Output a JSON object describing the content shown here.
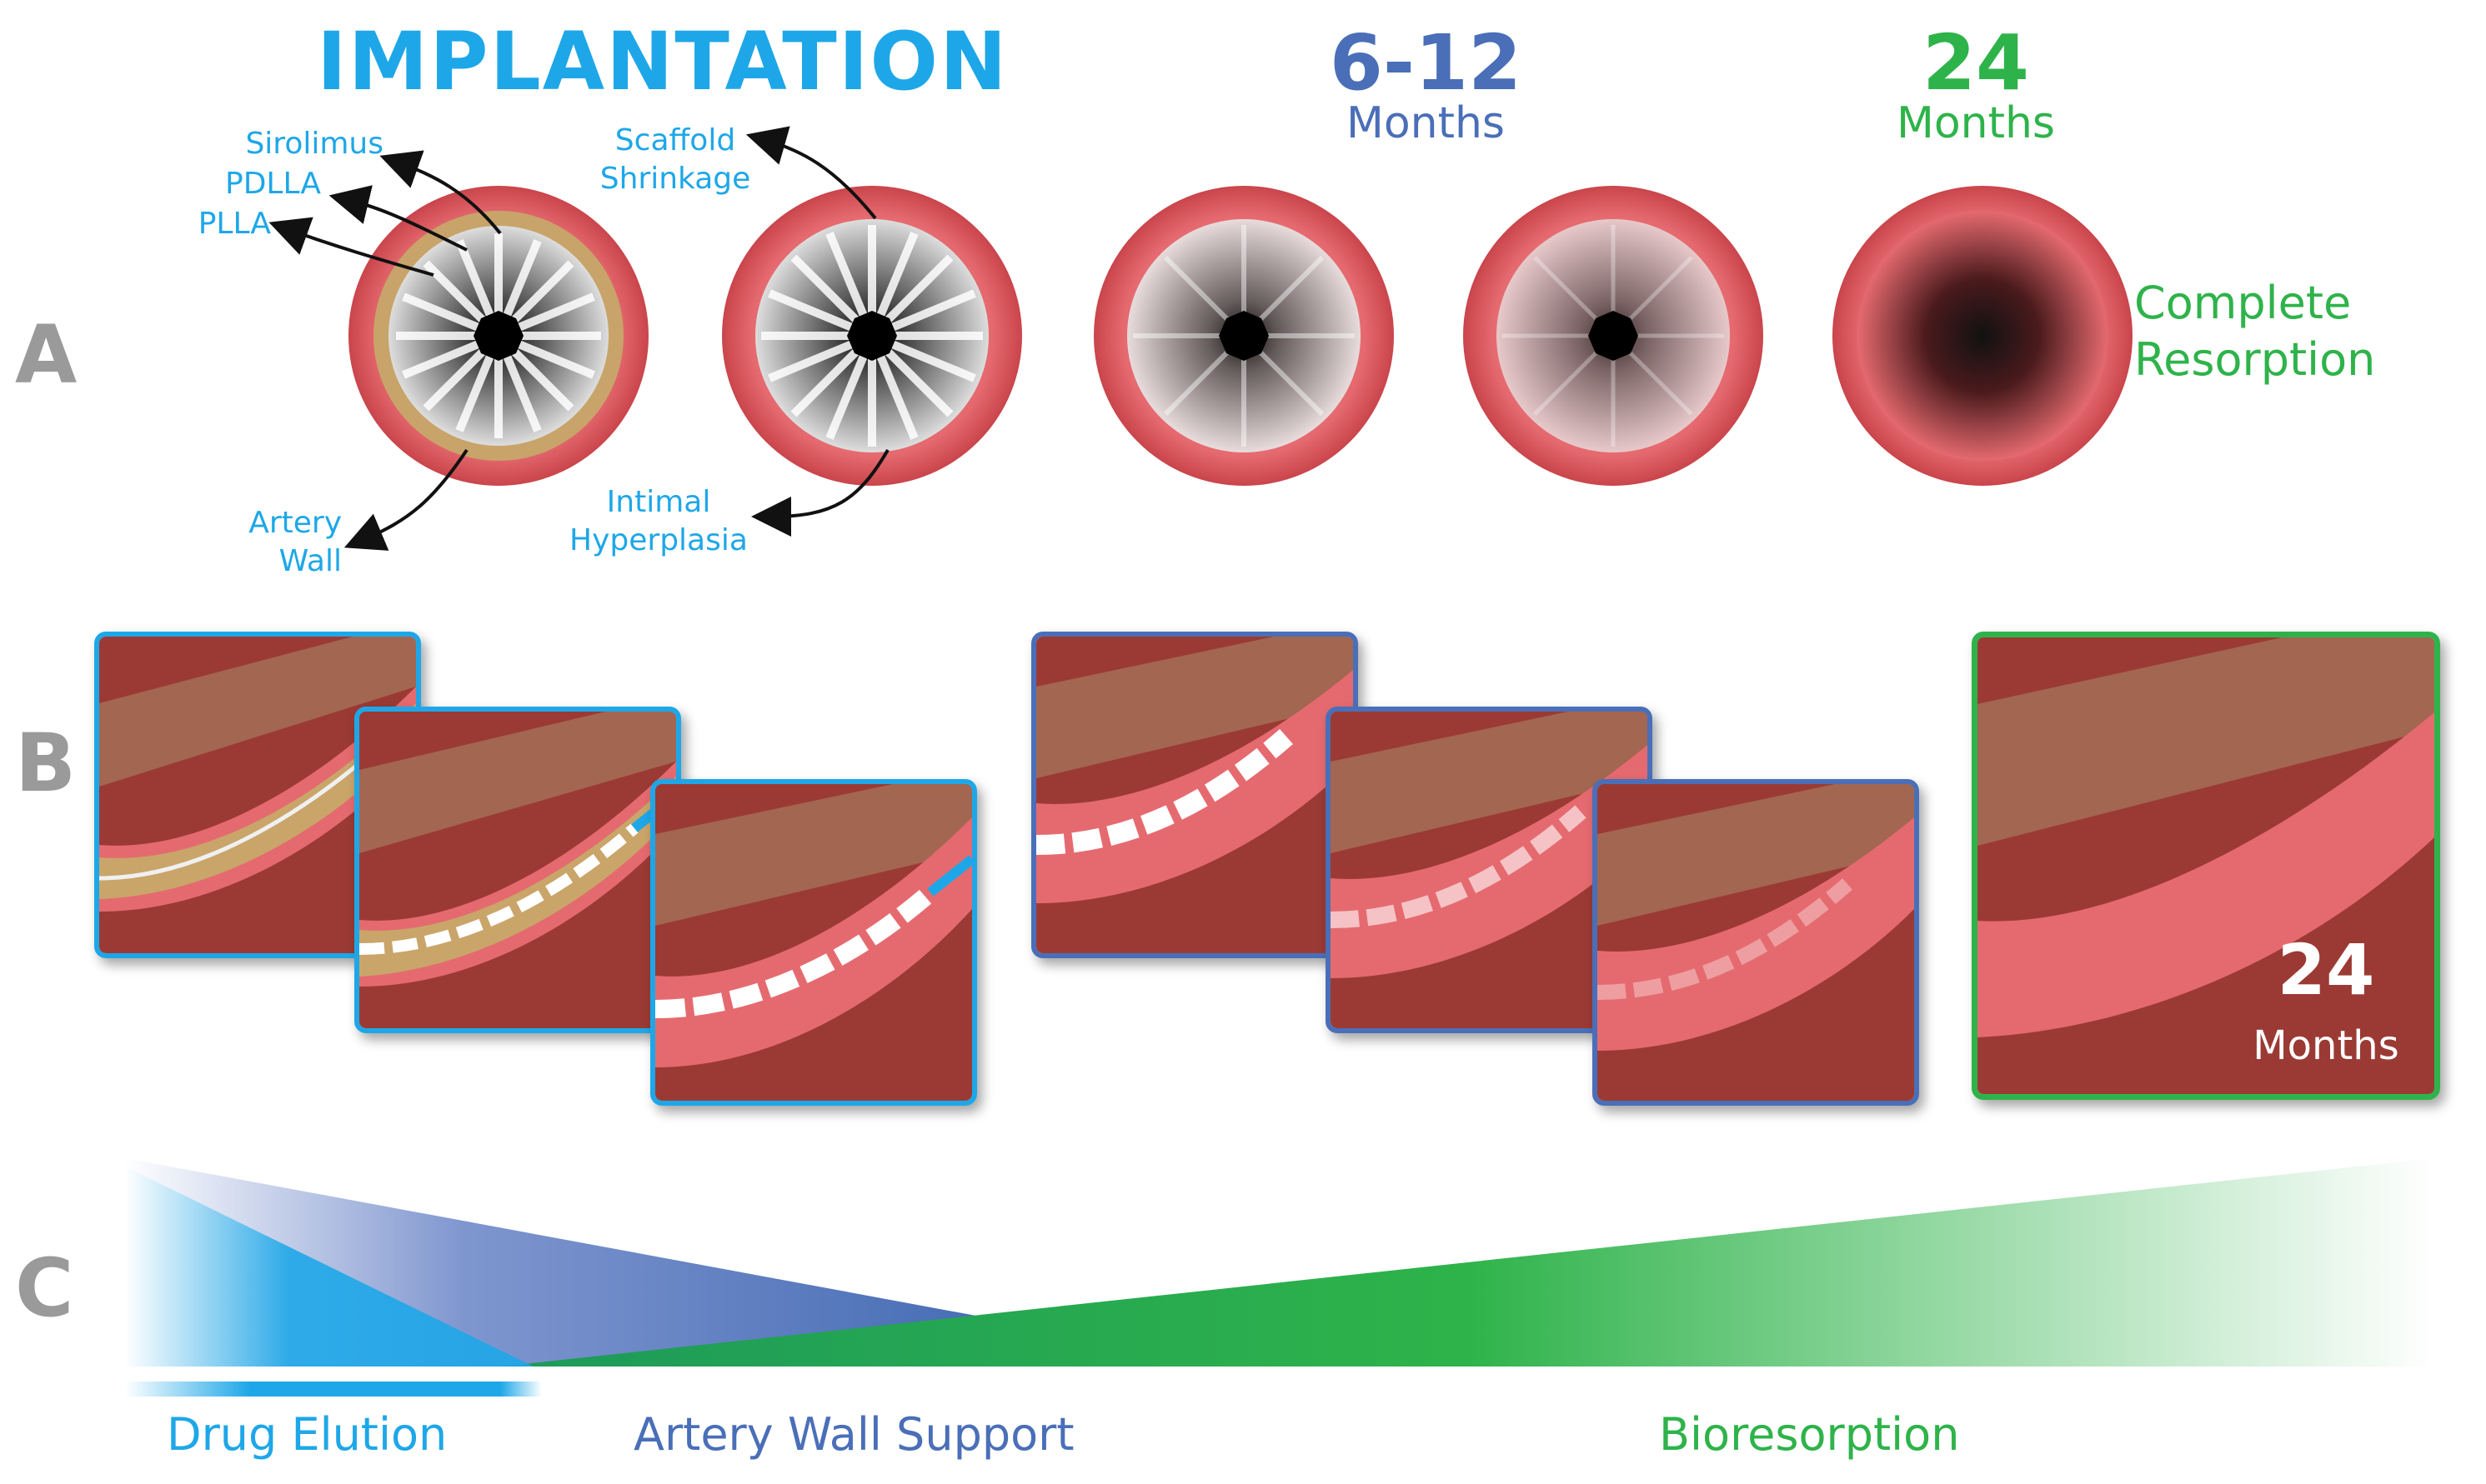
{
  "headers": {
    "implantation": "IMPLANTATION",
    "mid_number": "6-12",
    "mid_unit": "Months",
    "end_number": "24",
    "end_unit": "Months"
  },
  "row_letters": {
    "a": "A",
    "b": "B",
    "c": "C"
  },
  "row_a_labels": {
    "sirolimus": "Sirolimus",
    "pdlla": "PDLLA",
    "plla": "PLLA",
    "scaffold_line1": "Scaffold",
    "scaffold_line2": "Shrinkage",
    "artery_line1": "Artery",
    "artery_line2": "Wall",
    "intimal_line1": "Intimal",
    "intimal_line2": "Hyperplasia",
    "complete_line1": "Complete",
    "complete_line2": "Resorption"
  },
  "row_b_badge": {
    "number": "24",
    "unit": "Months"
  },
  "row_c_labels": {
    "drug": "Drug Elution",
    "support": "Artery Wall Support",
    "bioresorption": "Bioresorption"
  },
  "colors": {
    "light_blue": "#1ea7e8",
    "mid_blue": "#4a6fb8",
    "green": "#2eb34a",
    "vessel_red": "#e56a6f",
    "letter_gray": "#9a9a9a"
  },
  "icons": [
    "artery-cross-section",
    "scaffold-strut",
    "curved-arrow",
    "artery-panel-illustration"
  ]
}
